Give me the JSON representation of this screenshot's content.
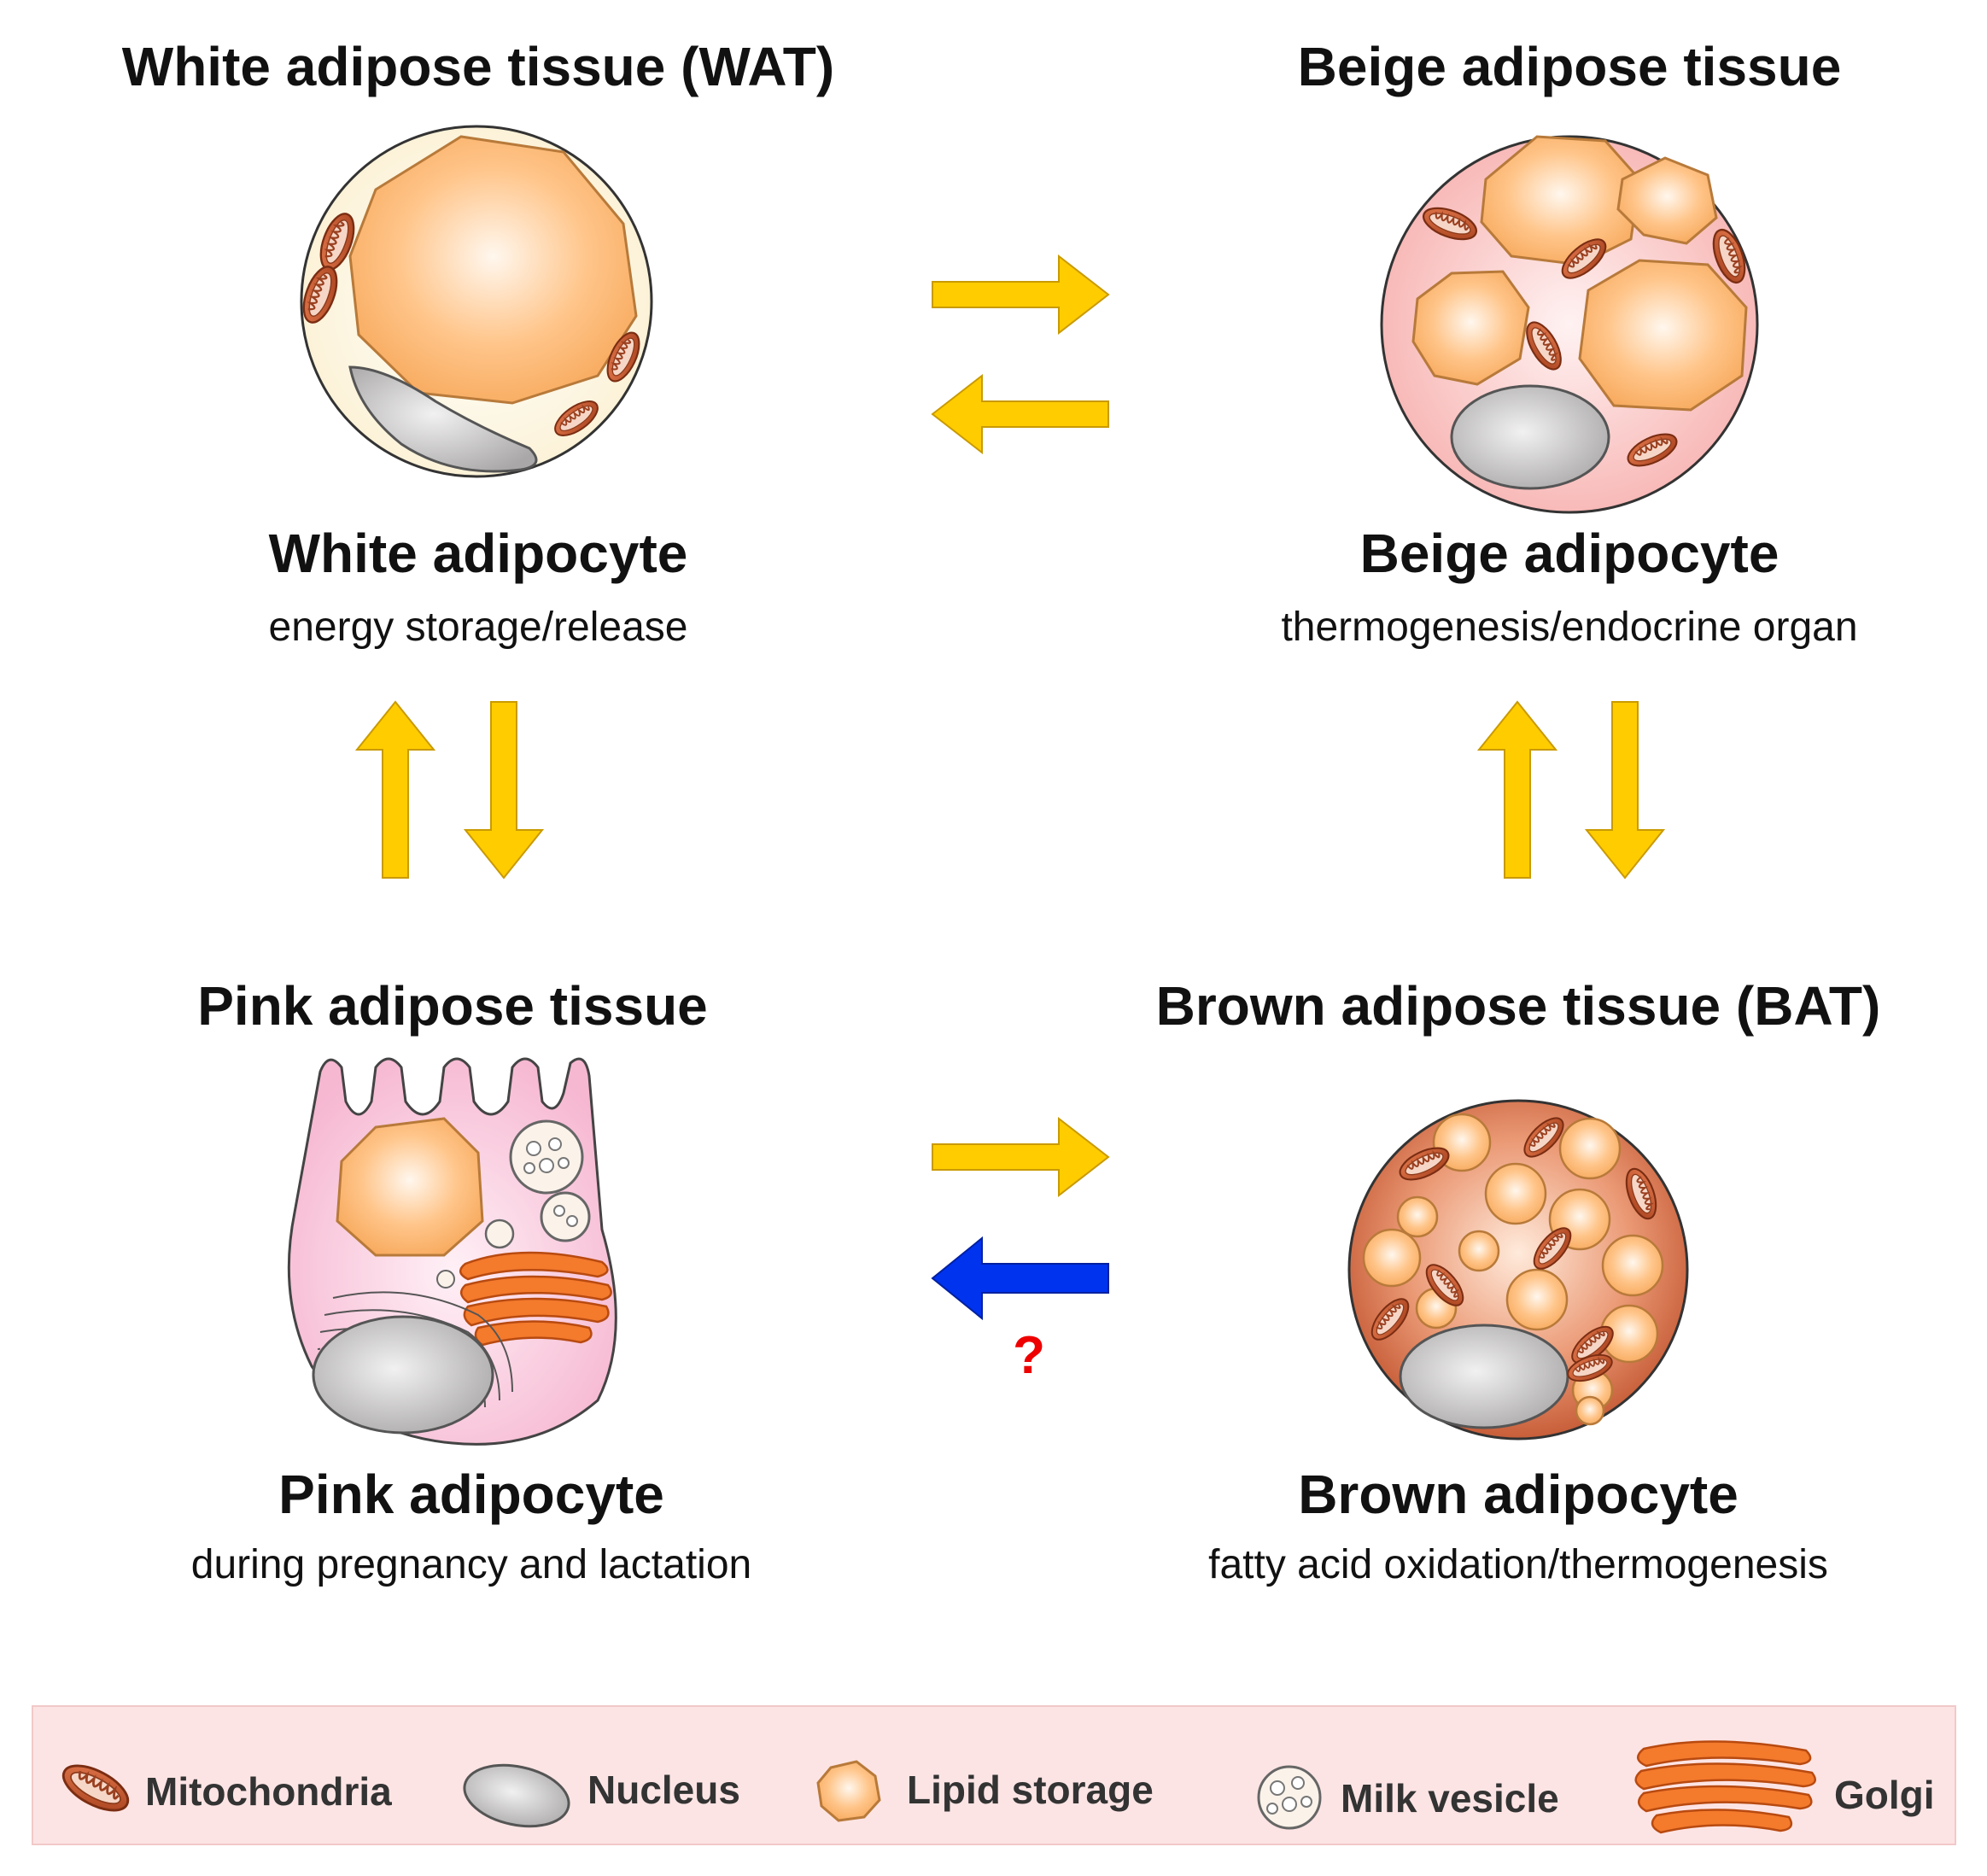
{
  "colors": {
    "arrow_yellow": "#ffcc00",
    "arrow_blue": "#0033ee",
    "question_red": "#ee0000",
    "legend_bg": "#fde4e4",
    "lipid": "#ffbb77",
    "mito": "#c85a34",
    "nucleus": "#c8c6c6",
    "golgi": "#f47a2c",
    "white_cell": "#fdf7e4",
    "beige_cell": "#fbd3d3",
    "brown_cell": "#dd7a55",
    "pink_cell": "#f9c9dd"
  },
  "tissues": {
    "wat": {
      "title": "White adipose tissue (WAT)",
      "cell": "White adipocyte",
      "function": "energy storage/release"
    },
    "beige": {
      "title": "Beige adipose tissue",
      "cell": "Beige adipocyte",
      "function": "thermogenesis/endocrine organ"
    },
    "pink": {
      "title": "Pink adipose tissue",
      "cell": "Pink adipocyte",
      "function": "during pregnancy and lactation"
    },
    "bat": {
      "title": "Brown adipose tissue (BAT)",
      "cell": "Brown adipocyte",
      "function": "fatty acid oxidation/thermogenesis"
    }
  },
  "uncertain_mark": "?",
  "legend": {
    "items": [
      {
        "icon": "mitochondria-icon",
        "label": "Mitochondria"
      },
      {
        "icon": "nucleus-icon",
        "label": "Nucleus"
      },
      {
        "icon": "lipid-storage-icon",
        "label": "Lipid storage"
      },
      {
        "icon": "milk-vesicle-icon",
        "label": "Milk vesicle"
      },
      {
        "icon": "golgi-icon",
        "label": "Golgi"
      }
    ]
  }
}
